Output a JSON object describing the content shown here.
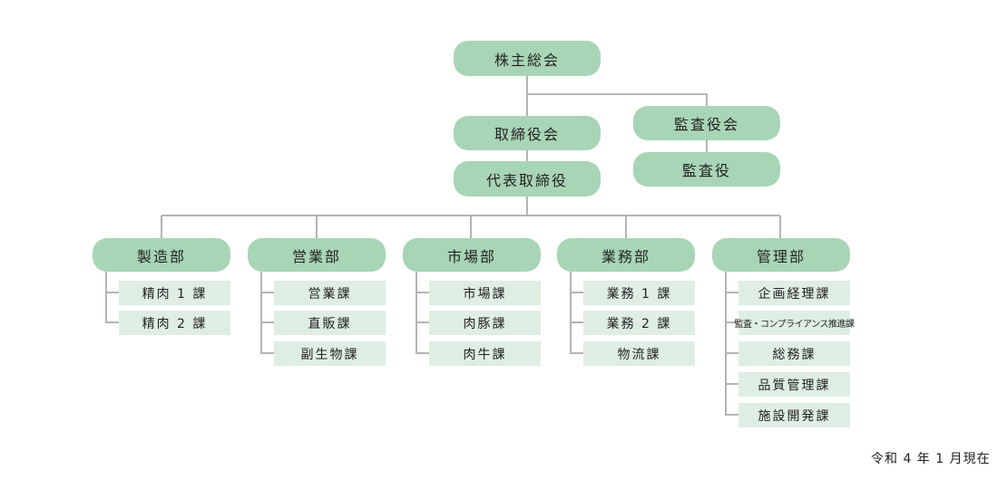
{
  "chart": {
    "shareholders_meeting": "株主総会",
    "board_of_directors": "取締役会",
    "representative_director": "代表取締役",
    "audit_board": "監査役会",
    "auditor": "監査役",
    "departments": [
      {
        "name": "製造部",
        "sections": [
          "精肉 1 課",
          "精肉 2 課"
        ]
      },
      {
        "name": "営業部",
        "sections": [
          "営業課",
          "直販課",
          "副生物課"
        ]
      },
      {
        "name": "市場部",
        "sections": [
          "市場課",
          "肉豚課",
          "肉牛課"
        ]
      },
      {
        "name": "業務部",
        "sections": [
          "業務 1 課",
          "業務 2 課",
          "物流課"
        ]
      },
      {
        "name": "管理部",
        "sections": [
          "企画経理課",
          "監査・コンプライアンス推進課",
          "総務課",
          "品質管理課",
          "施設開発課"
        ]
      }
    ],
    "as_of": "令和 4 年 1 月現在"
  },
  "colors": {
    "node_fill": "#a8d5b6",
    "section_fill": "#dfeee3",
    "line": "#b4b4b4"
  }
}
